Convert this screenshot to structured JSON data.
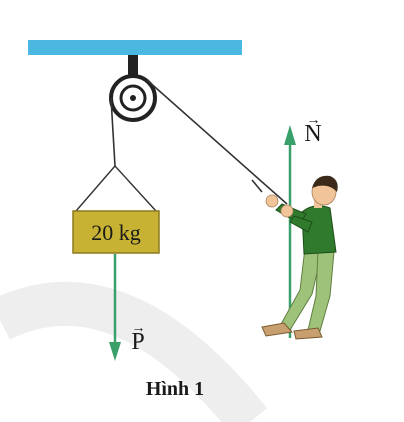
{
  "figure": {
    "mass_label": "20 kg",
    "vector_N": "N",
    "vector_P": "P",
    "vector_arrow_glyph": "→",
    "caption": "Hình 1"
  },
  "colors": {
    "ceiling": "#4ab8e0",
    "pulley": "#222222",
    "rope": "#333333",
    "box_fill": "#c8b233",
    "box_stroke": "#8c7a1d",
    "force_arrow": "#3aa06a",
    "shirt": "#2f7a2c",
    "pants": "#9ec27a",
    "skin": "#f2c49a",
    "hair": "#3b2a1a",
    "shoes": "#c8a070",
    "background_arc": "#eeeeee"
  }
}
